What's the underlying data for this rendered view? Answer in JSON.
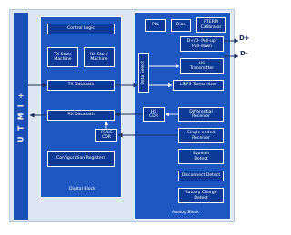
{
  "diagram": {
    "left_bus": "U T M I +",
    "digital_block": {
      "label": "Digital Block",
      "control_logic": "Control Logic",
      "tx_state_machine": "TX State\nMachine",
      "rx_state_machine": "RX State\nMachine",
      "tx_datapath": "TX Datapath",
      "rx_datapath": "RX Datapath",
      "fs_ls_cdr": "FS/LS\nCDR",
      "config_registers": "Configuration Registers"
    },
    "analog_block": {
      "label": "Analog Block",
      "pll": "PLL",
      "bias": "Bias",
      "rterm": "RTERM\nCalibrator",
      "pull": "D+/D- Pull-up/\nPull-down",
      "hs_transmitter": "HS\nTransmitter",
      "data_select": "Data Select",
      "lsfs_transmitter": "LS/FS Transmitter",
      "hs_cdr": "HS\nCDR",
      "differential_receiver": "Differential\nReceiver",
      "single_ended_receiver": "Single-ended\nReceiver",
      "squelch_detect": "Squelch\nDetect",
      "disconnect_detect": "Disconnect Detect",
      "battery_charge_detect": "Battery Charge\nDetect"
    },
    "signals": {
      "dplus": "D+",
      "dminus": "D-"
    },
    "colors": {
      "panel": "#1f57c2",
      "block": "#0d3a96",
      "outer": "#dde7f3",
      "accent": "#1d4fb8"
    }
  }
}
